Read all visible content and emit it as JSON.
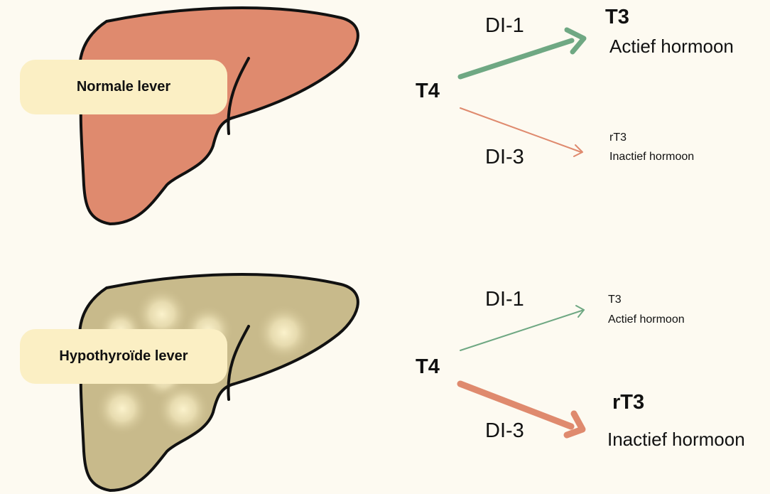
{
  "colors": {
    "background": "#fdfaf1",
    "normal_liver": "#df8a6e",
    "hypo_liver": "#c8ba8b",
    "pill": "#fbefc4",
    "green_arrow": "#6fa883",
    "red_arrow": "#df8a6e",
    "outline": "#111111"
  },
  "normal": {
    "label": "Normale lever",
    "source": "T4",
    "up": {
      "enzyme": "DI-1",
      "product": "T3",
      "desc": "Actief hormoon",
      "emphasis": "strong"
    },
    "down": {
      "enzyme": "DI-3",
      "product": "rT3",
      "desc": "Inactief hormoon",
      "emphasis": "weak"
    }
  },
  "hypo": {
    "label": "Hypothyroïde lever",
    "source": "T4",
    "up": {
      "enzyme": "DI-1",
      "product": "T3",
      "desc": "Actief hormoon",
      "emphasis": "weak"
    },
    "down": {
      "enzyme": "DI-3",
      "product": "rT3",
      "desc": "Inactief hormoon",
      "emphasis": "strong"
    }
  }
}
